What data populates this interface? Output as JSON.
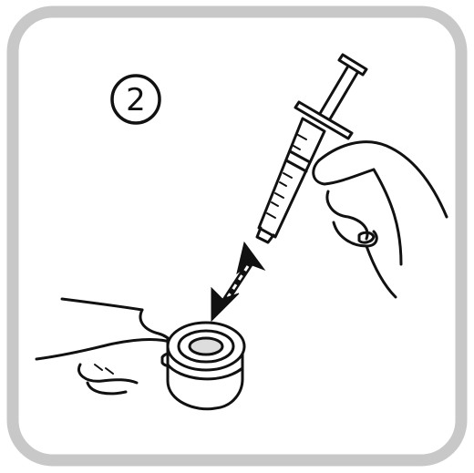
{
  "step": {
    "number": "2",
    "badge_style": "circled"
  },
  "colors": {
    "frame_border": "#c8c8c8",
    "frame_fill": "#ffffff",
    "line": "#111111",
    "accent": "#111111"
  },
  "icons": {
    "frame": "rounded-frame",
    "step_badge": "circled-digit",
    "syringe": "syringe-icon",
    "vial_adapter": "vial-adapter-icon",
    "arrow": "double-arrow-icon",
    "hands": "hand-icon"
  }
}
